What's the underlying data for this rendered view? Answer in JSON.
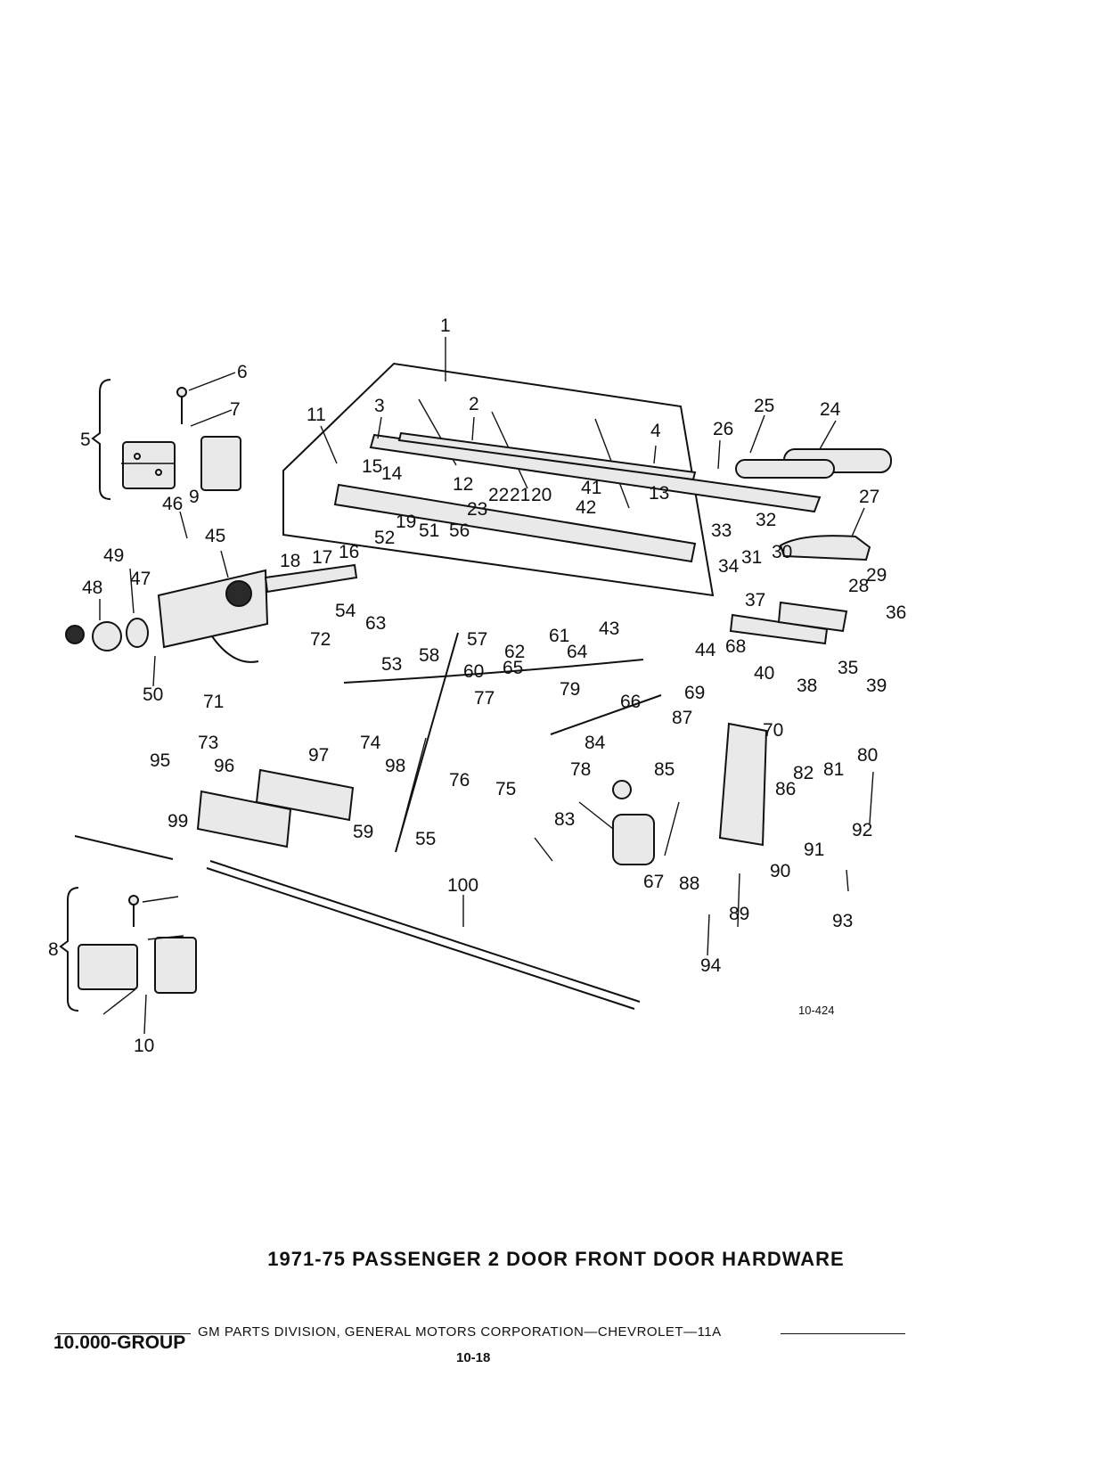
{
  "figure_ref": "10-424",
  "callouts": [
    "1",
    "2",
    "3",
    "4",
    "5",
    "6",
    "7",
    "8",
    "9",
    "10",
    "11",
    "12",
    "13",
    "14",
    "15",
    "16",
    "17",
    "18",
    "19",
    "20",
    "21",
    "22",
    "23",
    "24",
    "25",
    "26",
    "27",
    "28",
    "29",
    "30",
    "31",
    "32",
    "33",
    "34",
    "35",
    "36",
    "37",
    "38",
    "39",
    "40",
    "41",
    "42",
    "43",
    "44",
    "45",
    "46",
    "47",
    "48",
    "49",
    "50",
    "51",
    "52",
    "53",
    "54",
    "55",
    "56",
    "57",
    "58",
    "59",
    "60",
    "61",
    "62",
    "63",
    "64",
    "65",
    "66",
    "67",
    "68",
    "69",
    "70",
    "71",
    "72",
    "73",
    "74",
    "75",
    "76",
    "77",
    "78",
    "79",
    "80",
    "81",
    "82",
    "83",
    "84",
    "85",
    "86",
    "87",
    "88",
    "89",
    "90",
    "91",
    "92",
    "93",
    "94",
    "95",
    "96",
    "97",
    "98",
    "99",
    "100"
  ],
  "title": "1971-75 PASSENGER 2 DOOR FRONT DOOR HARDWARE",
  "footer": {
    "division_text": "GM PARTS DIVISION, GENERAL MOTORS CORPORATION—CHEVROLET—11A",
    "group": "10.000-GROUP",
    "page": "10-18"
  }
}
